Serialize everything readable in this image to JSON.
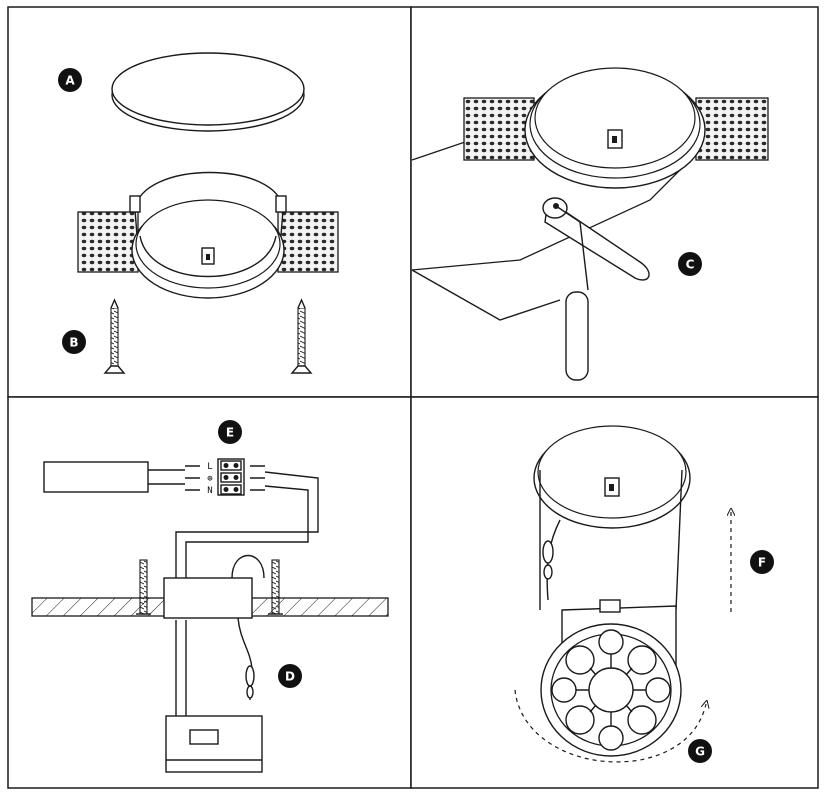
{
  "markers": {
    "a": "A",
    "b": "B",
    "c": "C",
    "d": "D",
    "e": "E",
    "f": "F",
    "g": "G"
  },
  "terminal_labels": {
    "live": "L",
    "earth": "⊕",
    "neutral": "N"
  },
  "colors": {
    "line": "#1a1a1a",
    "background": "#ffffff",
    "marker_fill": "#111111"
  }
}
